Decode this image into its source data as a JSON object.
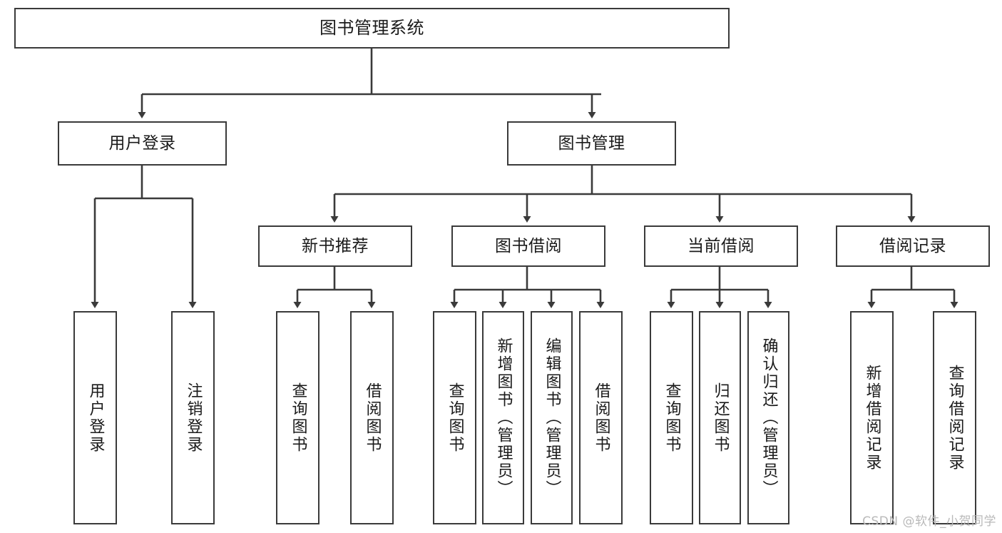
{
  "diagram": {
    "title": "图书管理系统",
    "type": "tree",
    "stroke_color": "#3a3a3a",
    "fill_color": "#ffffff",
    "text_color": "#1a1a1a",
    "nodes": {
      "root": {
        "label": "图书管理系统"
      },
      "level2": [
        {
          "id": "user-login",
          "label": "用户登录"
        },
        {
          "id": "book-manage",
          "label": "图书管理"
        }
      ],
      "level3": [
        {
          "id": "new-book-recommend",
          "label": "新书推荐"
        },
        {
          "id": "book-borrow",
          "label": "图书借阅"
        },
        {
          "id": "current-borrow",
          "label": "当前借阅"
        },
        {
          "id": "borrow-record",
          "label": "借阅记录"
        }
      ],
      "leaves": {
        "user_login": [
          {
            "id": "leaf-user-login",
            "label": "用户登录"
          },
          {
            "id": "leaf-logout",
            "label": "注销登录"
          }
        ],
        "new_book_recommend": [
          {
            "id": "leaf-query-book-1",
            "label": "查询图书"
          },
          {
            "id": "leaf-borrow-book-1",
            "label": "借阅图书"
          }
        ],
        "book_borrow": [
          {
            "id": "leaf-query-book-2",
            "label": "查询图书"
          },
          {
            "id": "leaf-add-book",
            "label": "新增图书（管理员）"
          },
          {
            "id": "leaf-edit-book",
            "label": "编辑图书（管理员）"
          },
          {
            "id": "leaf-borrow-book-2",
            "label": "借阅图书"
          }
        ],
        "current_borrow": [
          {
            "id": "leaf-query-book-3",
            "label": "查询图书"
          },
          {
            "id": "leaf-return-book",
            "label": "归还图书"
          },
          {
            "id": "leaf-confirm-return",
            "label": "确认归还（管理员）"
          }
        ],
        "borrow_record": [
          {
            "id": "leaf-add-record",
            "label": "新增借阅记录"
          },
          {
            "id": "leaf-query-record",
            "label": "查询借阅记录"
          }
        ]
      }
    }
  },
  "watermark": {
    "text": "CSDN @软件_小贺同学"
  }
}
